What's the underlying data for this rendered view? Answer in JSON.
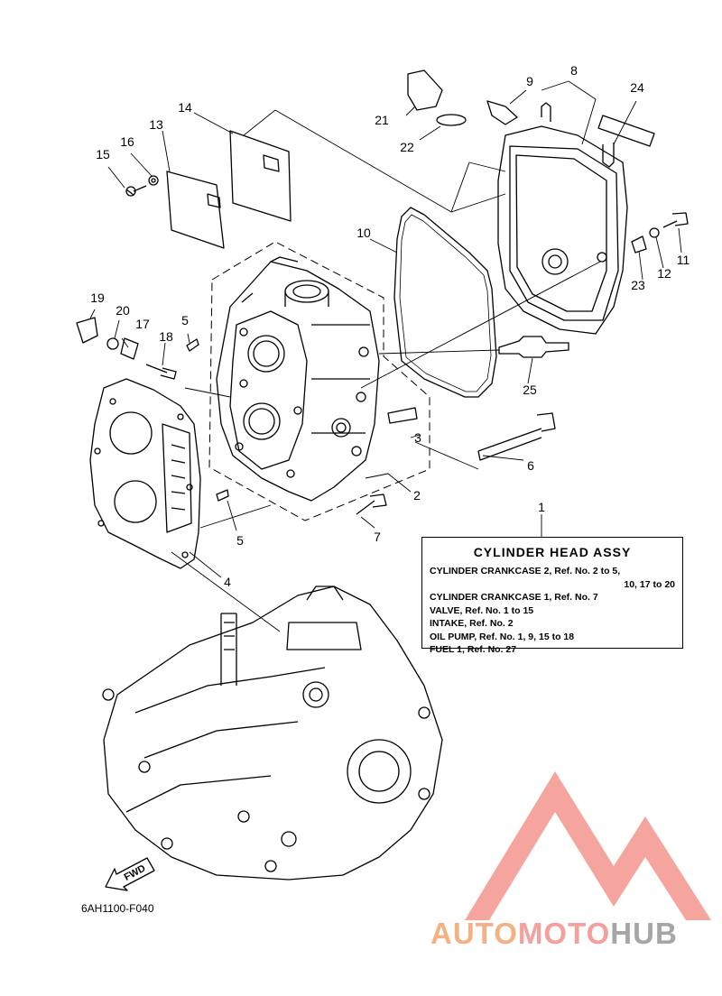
{
  "callouts": {
    "c1": "1",
    "c2": "2",
    "c3": "3",
    "c4": "4",
    "c5a": "5",
    "c5b": "5",
    "c6": "6",
    "c7": "7",
    "c8": "8",
    "c9": "9",
    "c10": "10",
    "c11": "11",
    "c12": "12",
    "c13": "13",
    "c14": "14",
    "c15": "15",
    "c16": "16",
    "c17": "17",
    "c18": "18",
    "c19": "19",
    "c20": "20",
    "c21": "21",
    "c22": "22",
    "c23": "23",
    "c24": "24",
    "c25": "25"
  },
  "reference_box": {
    "title": "CYLINDER HEAD ASSY",
    "lines": [
      "CYLINDER CRANKCASE 2,  Ref. No. 2  to  5,",
      "10,  17  to  20",
      "CYLINDER CRANKCASE 1,  Ref. No. 7",
      "VALVE,  Ref. No. 1  to  15",
      "INTAKE,  Ref. No. 2",
      "OIL PUMP,  Ref. No. 1, 9, 15  to  18",
      "FUEL 1,  Ref. No. 27"
    ]
  },
  "fwd_label": "FWD",
  "drawing_code": "6AH1100-F040",
  "watermark": {
    "part1": "AUTO",
    "part2": "MOTO",
    "part3": "HUB",
    "colors": {
      "auto": "#f4b183",
      "moto": "#f4a09c",
      "hub": "#a6a6a6",
      "mark": "#f49a94"
    }
  }
}
